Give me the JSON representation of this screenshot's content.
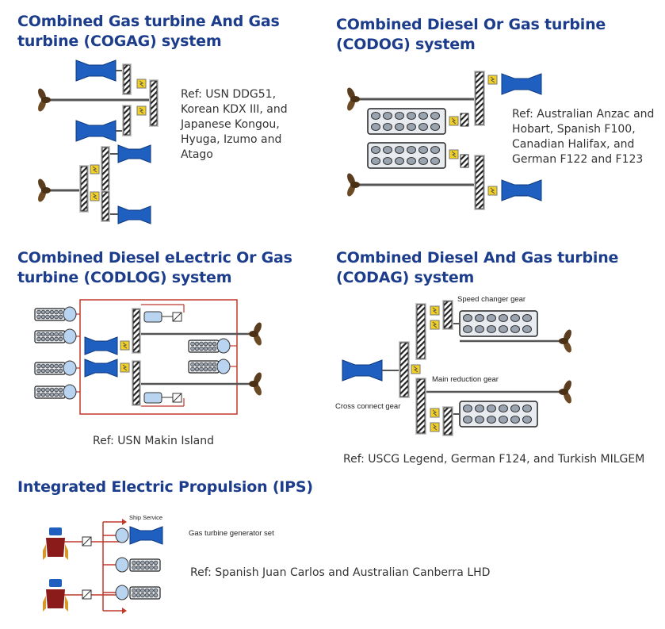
{
  "cogag": {
    "title_line1": "COmbined Gas turbine And Gas",
    "title_line2": "turbine (COGAG) system",
    "ref": [
      "Ref: USN DDG51,",
      "Korean KDX III, and",
      "Japanese Kongou,",
      "Hyuga, Izumo and",
      "Atago"
    ]
  },
  "codog": {
    "title_line1": "COmbined Diesel Or Gas turbine",
    "title_line2": "(CODOG) system",
    "ref": [
      "Ref: Australian Anzac and",
      "Hobart, Spanish F100,",
      "Canadian Halifax, and",
      "German F122 and F123"
    ]
  },
  "codlog": {
    "title_line1": "COmbined Diesel eLectric Or Gas",
    "title_line2": "turbine (CODLOG) system",
    "ref": "Ref: USN Makin Island"
  },
  "codag": {
    "title_line1": "COmbined Diesel And Gas turbine",
    "title_line2": "(CODAG) system",
    "labels": {
      "speed_changer": "Speed changer gear",
      "main_reduction": "Main reduction gear",
      "cross_connect": "Cross connect gear"
    },
    "ref": "Ref:  USCG Legend, German F124, and Turkish MILGEM"
  },
  "ips": {
    "title": "Integrated Electric Propulsion (IPS)",
    "labels": {
      "ship_service": "Ship Service",
      "gt_generator": "Gas turbine generator set"
    },
    "ref": "Ref: Spanish Juan Carlos and Australian Canberra LHD"
  },
  "colors": {
    "title": "#1c3c8c",
    "turbine": "#1f5fbf",
    "clutch": "#f2d024",
    "electric_line": "#c0392b",
    "shaft": "#555555",
    "diesel_fill": "#9aa3b0"
  }
}
